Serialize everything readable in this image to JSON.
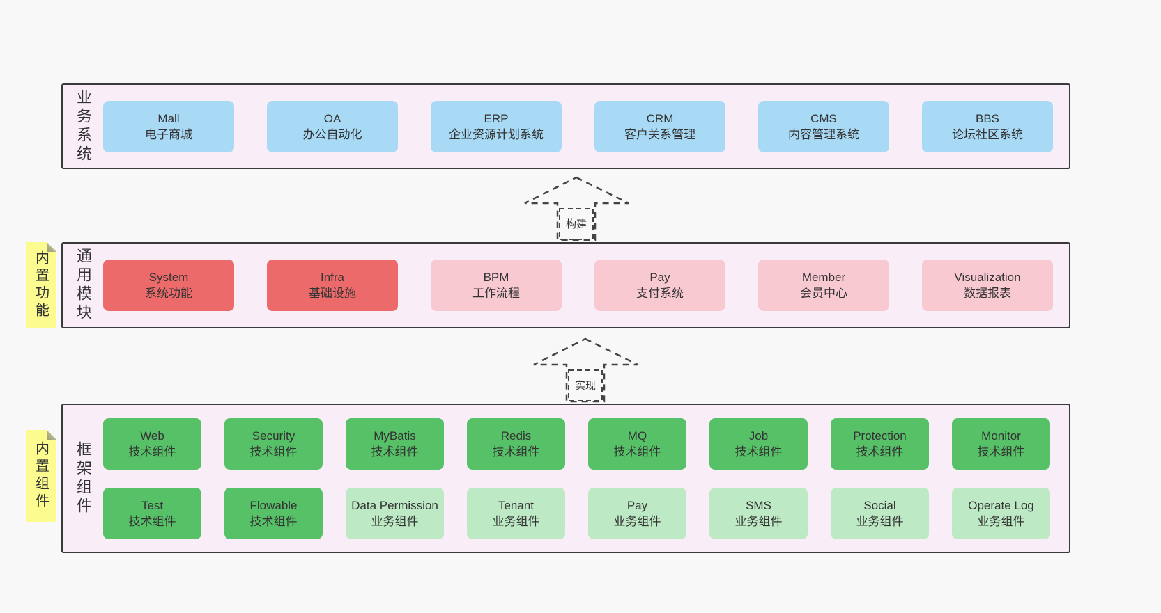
{
  "colors": {
    "background": "#f8f8f8",
    "panel_bg": "#f9eef8",
    "panel_border": "#3a3a3a",
    "blue": "#a8daf5",
    "red": "#ec6a6a",
    "pink": "#f9c9d2",
    "green_dark": "#57c168",
    "green_light": "#bde9c4",
    "yellow": "#fbfb90"
  },
  "arrows": [
    {
      "label": "构建"
    },
    {
      "label": "实现"
    }
  ],
  "stickies": [
    {
      "label": "内置功能"
    },
    {
      "label": "内置组件"
    }
  ],
  "layers": {
    "business": {
      "side_label": "业务系统",
      "boxes": [
        {
          "title": "Mall",
          "subtitle": "电子商城"
        },
        {
          "title": "OA",
          "subtitle": "办公自动化"
        },
        {
          "title": "ERP",
          "subtitle": "企业资源计划系统"
        },
        {
          "title": "CRM",
          "subtitle": "客户关系管理"
        },
        {
          "title": "CMS",
          "subtitle": "内容管理系统"
        },
        {
          "title": "BBS",
          "subtitle": "论坛社区系统"
        }
      ]
    },
    "modules": {
      "side_label": "通用模块",
      "boxes": [
        {
          "title": "System",
          "subtitle": "系统功能"
        },
        {
          "title": "Infra",
          "subtitle": "基础设施"
        },
        {
          "title": "BPM",
          "subtitle": "工作流程"
        },
        {
          "title": "Pay",
          "subtitle": "支付系统"
        },
        {
          "title": "Member",
          "subtitle": "会员中心"
        },
        {
          "title": "Visualization",
          "subtitle": "数据报表"
        }
      ]
    },
    "components": {
      "side_label": "框架组件",
      "row1": [
        {
          "title": "Web",
          "subtitle": "技术组件"
        },
        {
          "title": "Security",
          "subtitle": "技术组件"
        },
        {
          "title": "MyBatis",
          "subtitle": "技术组件"
        },
        {
          "title": "Redis",
          "subtitle": "技术组件"
        },
        {
          "title": "MQ",
          "subtitle": "技术组件"
        },
        {
          "title": "Job",
          "subtitle": "技术组件"
        },
        {
          "title": "Protection",
          "subtitle": "技术组件"
        },
        {
          "title": "Monitor",
          "subtitle": "技术组件"
        }
      ],
      "row2": [
        {
          "title": "Test",
          "subtitle": "技术组件"
        },
        {
          "title": "Flowable",
          "subtitle": "技术组件"
        },
        {
          "title": "Data Permission",
          "subtitle": "业务组件"
        },
        {
          "title": "Tenant",
          "subtitle": "业务组件"
        },
        {
          "title": "Pay",
          "subtitle": "业务组件"
        },
        {
          "title": "SMS",
          "subtitle": "业务组件"
        },
        {
          "title": "Social",
          "subtitle": "业务组件"
        },
        {
          "title": "Operate Log",
          "subtitle": "业务组件"
        }
      ]
    }
  }
}
